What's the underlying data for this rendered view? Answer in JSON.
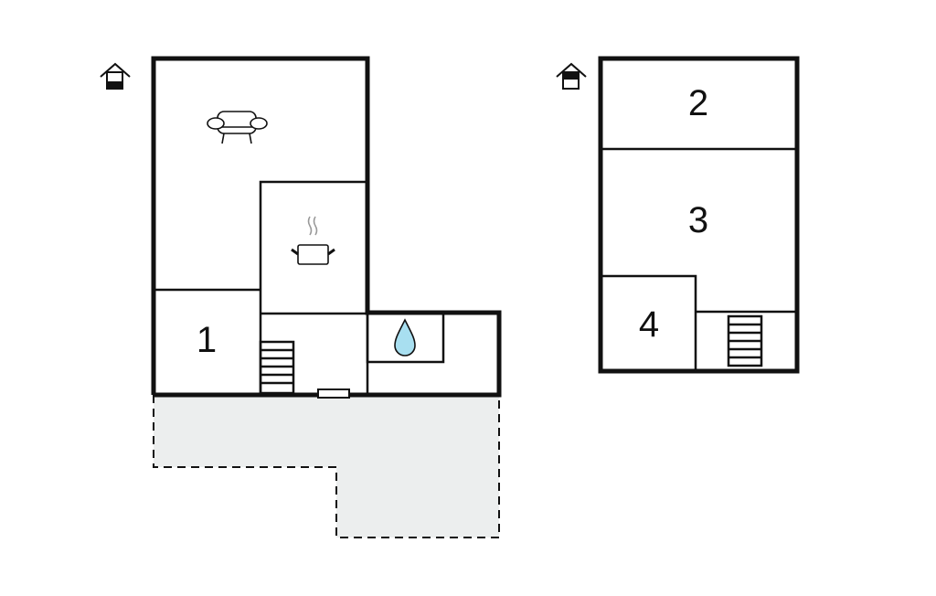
{
  "ground_floor": {
    "icon": "house-ground-floor-icon",
    "rooms": [
      {
        "label": "1",
        "type": "bedroom"
      },
      {
        "type": "living-room",
        "icon": "sofa-icon"
      },
      {
        "type": "kitchen",
        "icon": "cooking-pot-icon"
      },
      {
        "type": "bathroom",
        "icon": "water-drop-icon"
      },
      {
        "type": "hall",
        "icon": "stairs-icon"
      }
    ],
    "terrace": true
  },
  "upper_floor": {
    "icon": "house-upper-floor-icon",
    "rooms": [
      {
        "label": "2",
        "type": "bedroom"
      },
      {
        "label": "3",
        "type": "bedroom"
      },
      {
        "label": "4",
        "type": "bedroom"
      },
      {
        "type": "landing",
        "icon": "stairs-icon"
      }
    ]
  },
  "colors": {
    "wall": "#111111",
    "terrace": "#eceeee",
    "water": "#a8dff0"
  }
}
